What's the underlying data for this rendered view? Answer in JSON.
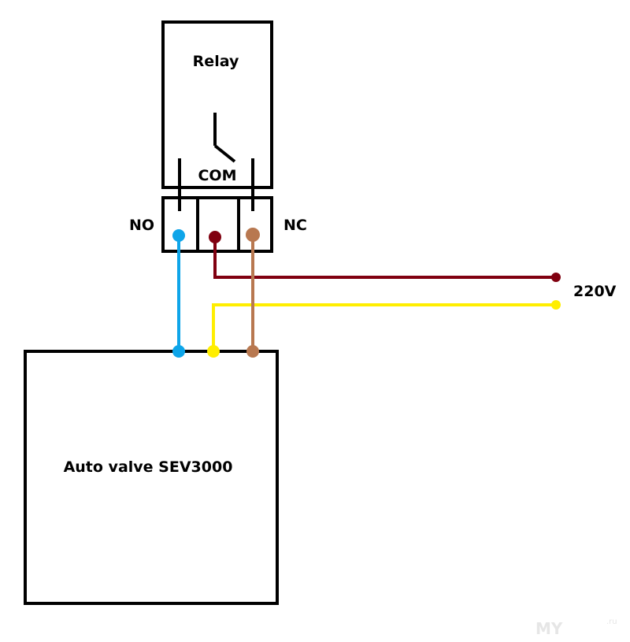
{
  "relay": {
    "title": "Relay",
    "com_label": "COM",
    "no_label": "NO",
    "nc_label": "NC"
  },
  "supply": {
    "label": "220V"
  },
  "valve": {
    "label": "Auto valve SEV3000"
  },
  "watermark": {
    "text": "MY",
    "suffix": ".ru"
  },
  "colors": {
    "outline": "#000000",
    "wire_no": "#0ea5e9",
    "wire_com": "#800010",
    "wire_nc": "#b87850",
    "wire_neutral": "#ffee00"
  }
}
